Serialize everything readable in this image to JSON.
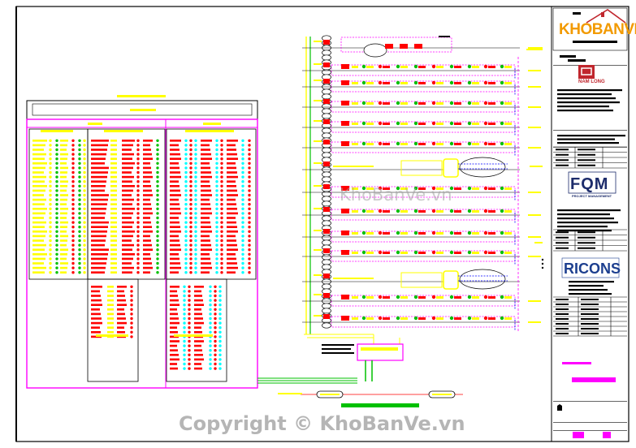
{
  "watermarks": {
    "center": "KhoBanVe.vn",
    "bottom": "Copyright © KhoBanVe.vn"
  },
  "title_block": {
    "brand_top": "KHOBANVE",
    "logo_2_label": "NAM LONG",
    "logo_3": "FQM",
    "logo_3_sub": "PROJECT MANAGEMENT",
    "logo_4": "RICONS"
  },
  "colors": {
    "frame": "#000000",
    "magenta": "#ff00ff",
    "yellow": "#ffff00",
    "red": "#ff0000",
    "green": "#00c000",
    "blue": "#0000ff",
    "cyan": "#00ffff",
    "brand_orange": "#f29a00",
    "brand_red": "#c0262d",
    "brand_navy": "#1d2c6b"
  },
  "diagram": {
    "legend_panels": 3,
    "bottom_panels": 2,
    "riser_floors": 14
  }
}
